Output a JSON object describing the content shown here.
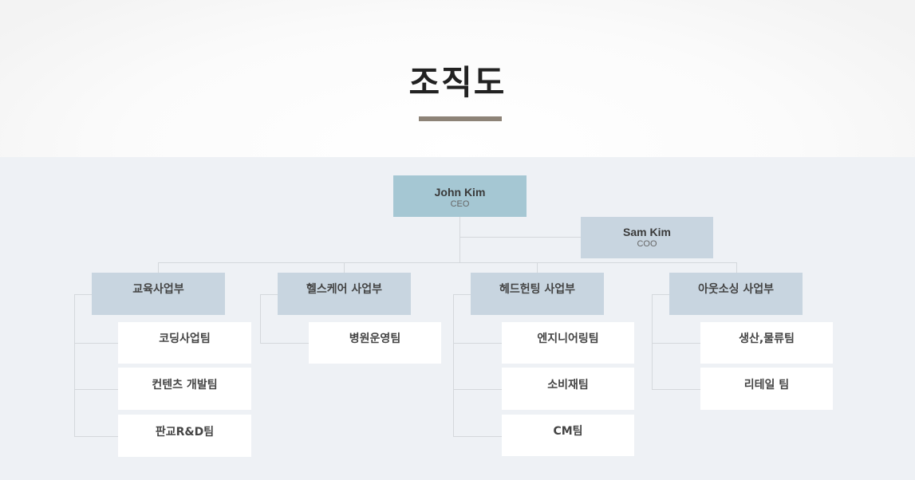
{
  "page": {
    "title": "조직도"
  },
  "ceo": {
    "name": "John Kim",
    "role": "CEO"
  },
  "coo": {
    "name": "Sam Kim",
    "role": "COO"
  },
  "departments": [
    {
      "name": "교육사업부",
      "teams": [
        "코딩사업팀",
        "컨텐츠 개발팀",
        "판교R&D팀"
      ]
    },
    {
      "name": "헬스케어 사업부",
      "teams": [
        "병원운영팀"
      ]
    },
    {
      "name": "헤드헌팅 사업부",
      "teams": [
        "엔지니어링팀",
        "소비재팀",
        "CM팀"
      ]
    },
    {
      "name": "아웃소싱 사업부",
      "teams": [
        "생산,물류팀",
        "리테일 팀"
      ]
    }
  ],
  "colors": {
    "ceo_box": "#a5c7d3",
    "dept_box": "#c8d5e0",
    "title_bar": "#8d8377",
    "background": "#eef1f5"
  }
}
